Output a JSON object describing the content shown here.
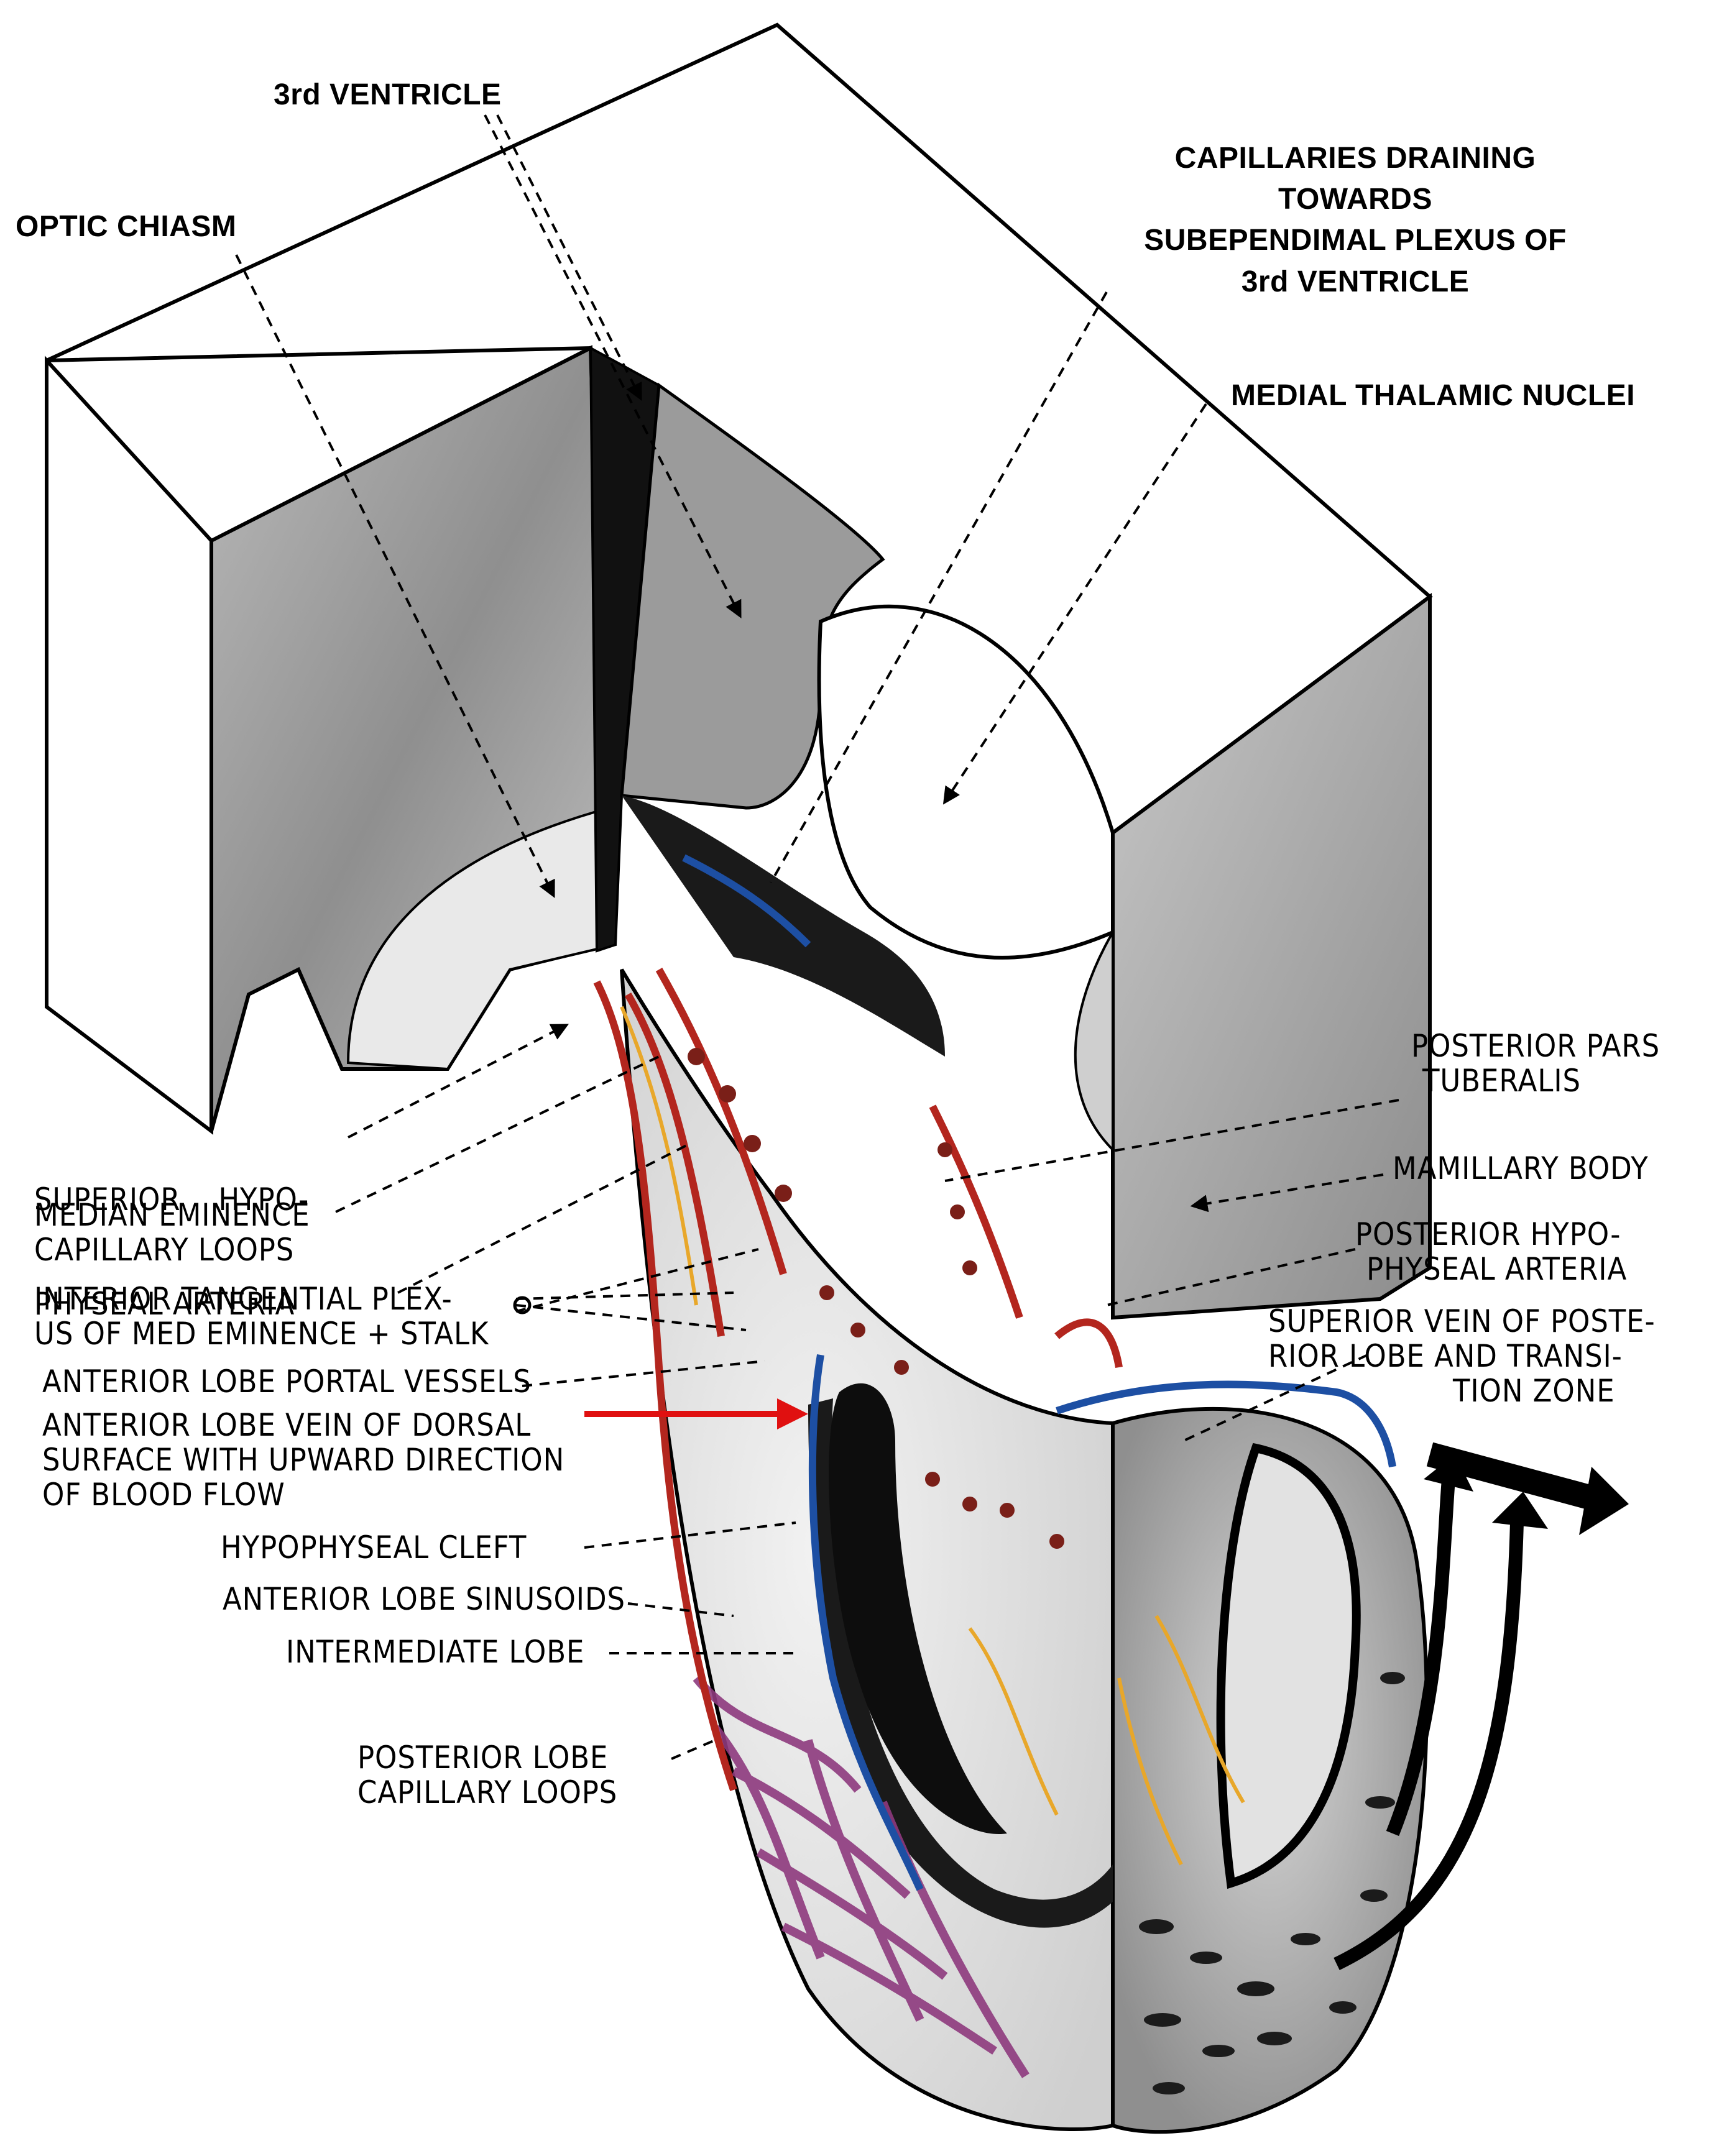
{
  "labels": {
    "third_ventricle": "3rd VENTRICLE",
    "optic_chiasm": "OPTIC CHIASM",
    "capillaries_draining": [
      "CAPILLARIES DRAINING",
      "TOWARDS",
      "SUBEPENDIMAL PLEXUS OF",
      "3rd VENTRICLE"
    ],
    "medial_thalamic_nuclei": "MEDIAL THALAMIC NUCLEI",
    "posterior_pars_tuberalis": [
      "POSTERIOR PARS",
      "TUBERALIS"
    ],
    "mamillary_body": "MAMILLARY BODY",
    "posterior_hypophyseal_arteria": [
      "POSTERIOR HYPO-",
      "PHYSEAL ARTERIA"
    ],
    "superior_vein_posterior_lobe": [
      "SUPERIOR VEIN OF POSTE-",
      "RIOR LOBE AND TRANSI-",
      "TION ZONE"
    ],
    "superior_hypophyseal_arteria": [
      "SUPERIOR    HYPO-",
      "PHYSEAL ARTERIA"
    ],
    "median_eminence_capillary_loops": [
      "MEDIAN EMINENCE",
      "CAPILLARY LOOPS"
    ],
    "interior_tangential_plexus": [
      "INTERIOR TANGENTIAL PLEX-",
      "US OF MED EMINENCE + STALK"
    ],
    "anterior_lobe_portal_vessels": "ANTERIOR LOBE PORTAL VESSELS",
    "anterior_lobe_vein": [
      "ANTERIOR LOBE VEIN OF DORSAL",
      "SURFACE WITH UPWARD DIRECTION",
      "OF BLOOD FLOW"
    ],
    "hypophyseal_cleft": "HYPOPHYSEAL CLEFT",
    "anterior_lobe_sinusoids": "ANTERIOR LOBE SINUSOIDS",
    "intermediate_lobe": "INTERMEDIATE LOBE",
    "posterior_lobe_capillary_loops": [
      "POSTERIOR LOBE",
      "CAPILLARY LOOPS"
    ]
  },
  "colors": {
    "arteries": "#b3261e",
    "arterial_highlight": "#e8a72a",
    "veins": "#1d4fa3",
    "capillary_loops": "#8e3a7e",
    "tissue_gray": "#8a8a8a",
    "highlight_arrow": "#e01010"
  }
}
